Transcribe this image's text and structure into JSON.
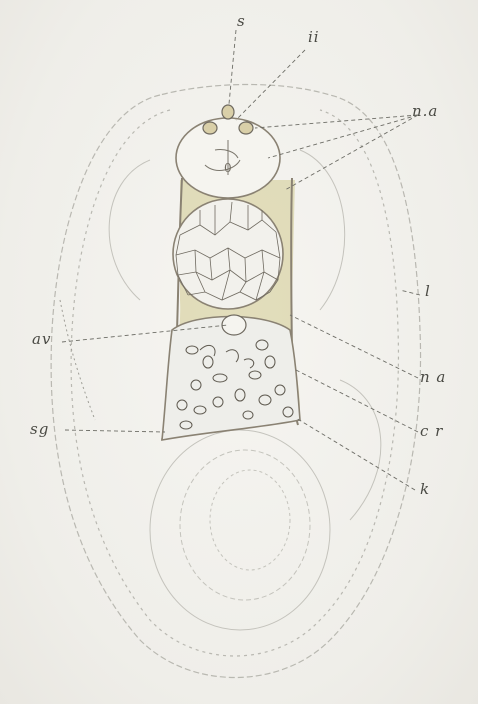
{
  "figure": {
    "labels": {
      "s": "s",
      "ii": "ii",
      "na_top": "n.a",
      "l": "l",
      "av": "av",
      "na_mid": "n a",
      "cr": "c r",
      "sg": "sg",
      "k": "k"
    },
    "colors": {
      "outline": "#b9b8b1",
      "stroke": "#8a8273",
      "wash": "#c9c27a",
      "cellLine": "#6f6a60",
      "leader": "#6d6d66"
    }
  }
}
